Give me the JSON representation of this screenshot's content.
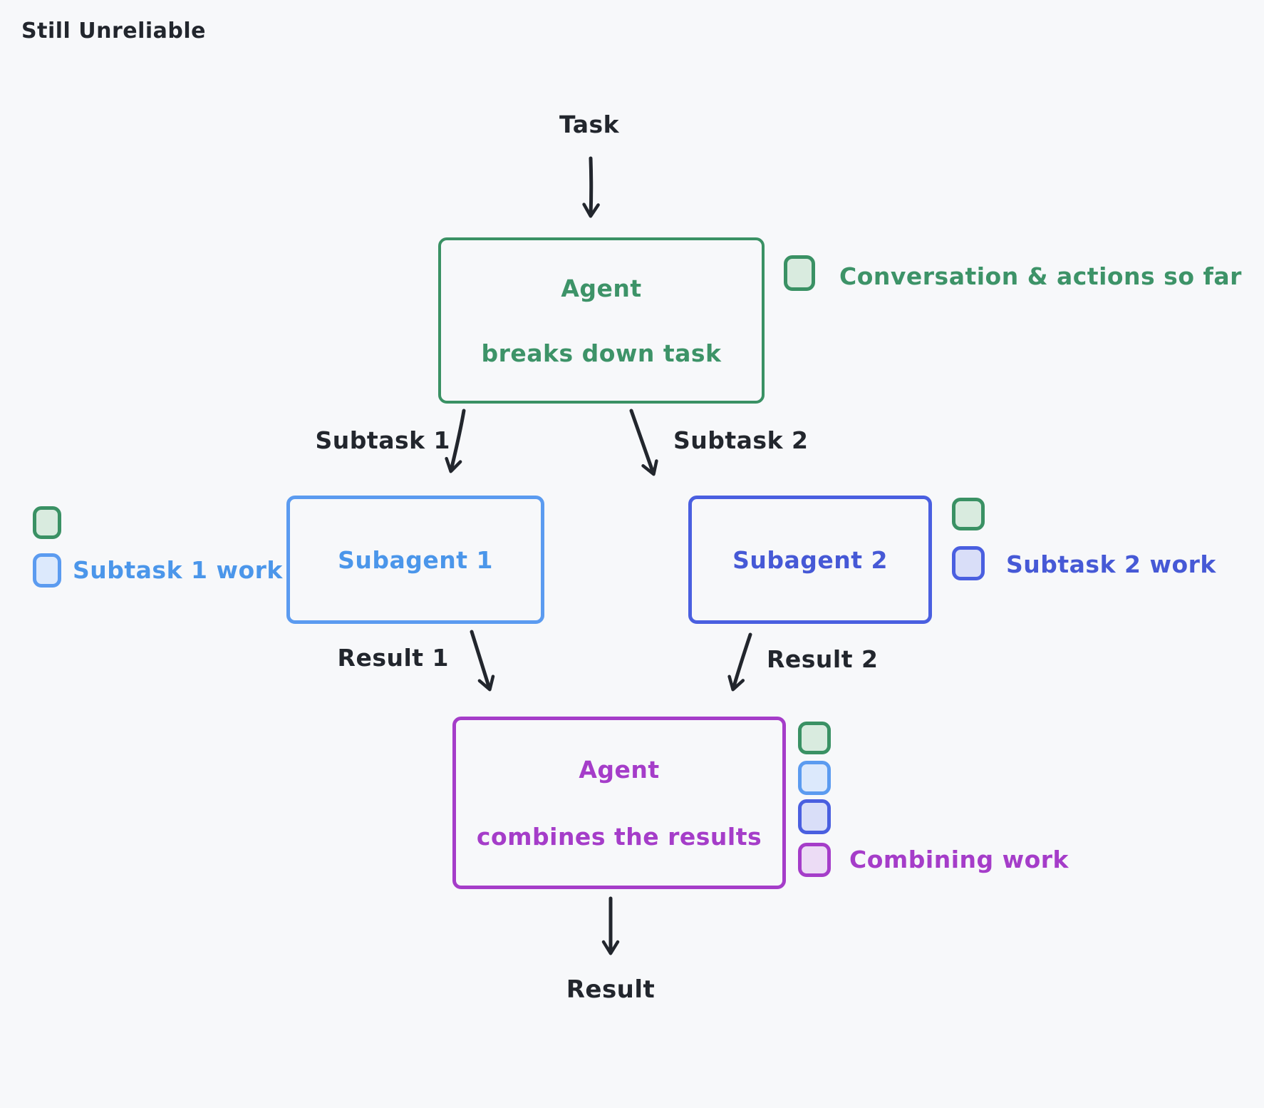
{
  "title": "Still Unreliable",
  "colors": {
    "background": "#f7f8fa",
    "ink": "#22262d",
    "green": "#3d9368",
    "green_fill": "#d9ebdf",
    "light_blue": "#4b96ea",
    "light_blue_fill": "#dce9fc",
    "royal_blue": "#4659d6",
    "royal_blue_fill": "#d9def8",
    "purple": "#a53dc9",
    "purple_fill": "#ecdcf5"
  },
  "flow": {
    "task_label": "Task",
    "agent_breakdown": {
      "title": "Agent",
      "subtitle": "breaks down task"
    },
    "subtask1_label": "Subtask 1",
    "subtask2_label": "Subtask 2",
    "subagent1_label": "Subagent 1",
    "subagent2_label": "Subagent 2",
    "result1_label": "Result 1",
    "result2_label": "Result 2",
    "agent_combine": {
      "title": "Agent",
      "subtitle": "combines the results"
    },
    "result_label": "Result"
  },
  "legends": {
    "conversation": {
      "label": "Conversation & actions so far",
      "swatches": [
        "green"
      ]
    },
    "subtask1_work": {
      "label": "Subtask 1 work",
      "swatches": [
        "green",
        "light_blue"
      ]
    },
    "subtask2_work": {
      "label": "Subtask 2 work",
      "swatches": [
        "green",
        "royal_blue"
      ]
    },
    "combining_work": {
      "label": "Combining work",
      "swatches": [
        "green",
        "light_blue",
        "royal_blue",
        "purple"
      ]
    }
  }
}
